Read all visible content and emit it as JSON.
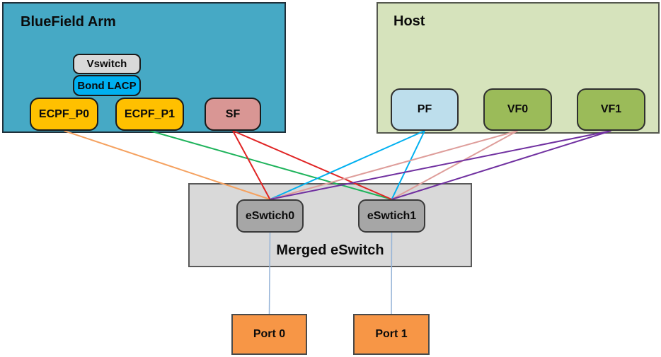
{
  "diagram": {
    "containers": {
      "bluefield": {
        "title": "BlueField Arm",
        "fill": "#46A9C5"
      },
      "host": {
        "title": "Host",
        "fill": "#D6E3BC"
      },
      "merged": {
        "title": "Merged eSwitch",
        "fill": "#D9D9D9"
      }
    },
    "nodes": {
      "vswitch": {
        "label": "Vswitch",
        "fill": "#D9D9D9"
      },
      "bond_lacp": {
        "label": "Bond LACP",
        "fill": "#00B0F0"
      },
      "ecpf_p0": {
        "label": "ECPF_P0",
        "fill": "#FFC000"
      },
      "ecpf_p1": {
        "label": "ECPF_P1",
        "fill": "#FFC000"
      },
      "sf": {
        "label": "SF",
        "fill": "#D99694"
      },
      "pf": {
        "label": "PF",
        "fill": "#BDDEEC"
      },
      "vf0": {
        "label": "VF0",
        "fill": "#9BBB59"
      },
      "vf1": {
        "label": "VF1",
        "fill": "#9BBB59"
      },
      "esw0": {
        "label": "eSwtich0",
        "fill": "#A6A6A6"
      },
      "esw1": {
        "label": "eSwtich1",
        "fill": "#A6A6A6"
      },
      "port0": {
        "label": "Port 0",
        "fill": "#F79646"
      },
      "port1": {
        "label": "Port 1",
        "fill": "#F79646"
      }
    },
    "edges": [
      {
        "from": "ecpf_p0",
        "to": "esw0",
        "color": "#F5A15F",
        "width": 2
      },
      {
        "from": "ecpf_p1",
        "to": "esw1",
        "color": "#1EB35B",
        "width": 2
      },
      {
        "from": "sf",
        "to": "esw0",
        "color": "#E02424",
        "width": 2
      },
      {
        "from": "sf",
        "to": "esw1",
        "color": "#E02424",
        "width": 2
      },
      {
        "from": "pf",
        "to": "esw0",
        "color": "#00B0F0",
        "width": 2
      },
      {
        "from": "pf",
        "to": "esw1",
        "color": "#00B0F0",
        "width": 2
      },
      {
        "from": "vf0",
        "to": "esw0",
        "color": "#DE9D9A",
        "width": 2
      },
      {
        "from": "vf0",
        "to": "esw1",
        "color": "#DE9D9A",
        "width": 2
      },
      {
        "from": "vf1",
        "to": "esw0",
        "color": "#7030A0",
        "width": 2
      },
      {
        "from": "vf1",
        "to": "esw1",
        "color": "#7030A0",
        "width": 2
      },
      {
        "from": "esw0",
        "to": "port0",
        "color": "#95B3D7",
        "width": 1.5
      },
      {
        "from": "esw1",
        "to": "port1",
        "color": "#95B3D7",
        "width": 1.5
      }
    ]
  }
}
